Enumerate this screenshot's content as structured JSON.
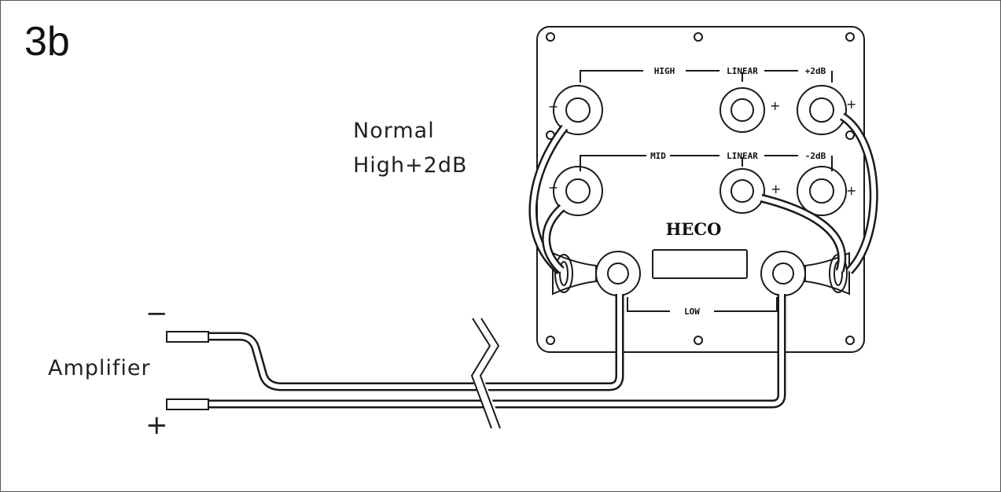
{
  "figure_label": "3b",
  "note": {
    "line1": "Normal",
    "line2": "High+2dB"
  },
  "amplifier": {
    "label": "Amplifier",
    "minus": "−",
    "plus": "+"
  },
  "panel": {
    "brand": "HECO",
    "row_high": {
      "label": "HIGH",
      "linear": "LINEAR",
      "level": "+2dB"
    },
    "row_mid": {
      "label": "MID",
      "linear": "LINEAR",
      "level": "-2dB"
    },
    "low_label": "LOW",
    "terminal_minus": "−",
    "terminal_plus": "+"
  },
  "colors": {
    "line": "#1a1a1a",
    "background": "#ffffff",
    "frame": "#555555"
  }
}
